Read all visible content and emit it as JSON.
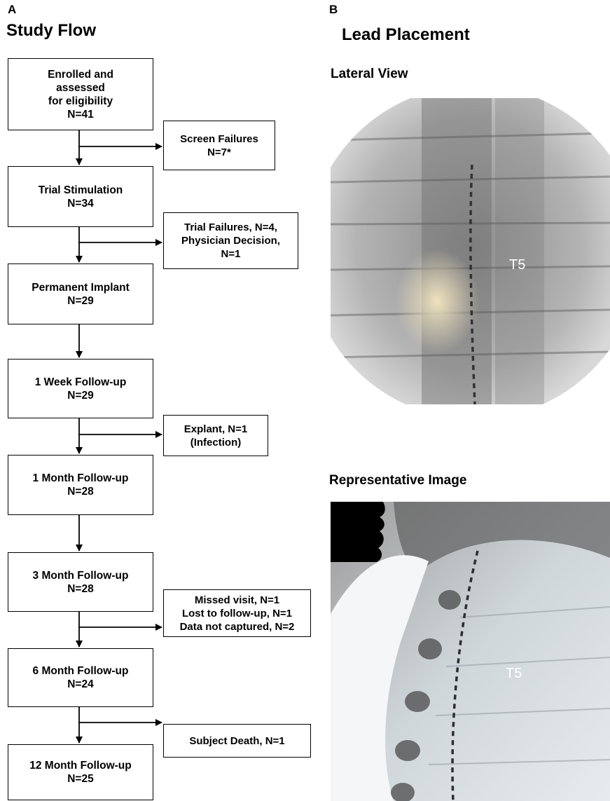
{
  "panel_a": {
    "letter": "A",
    "title": "Study Flow",
    "boxes": [
      "Enrolled  and\nassessed\nfor eligibility\nN=41",
      "Trial Stimulation\nN=34",
      "Permanent Implant\nN=29",
      "1 Week Follow-up\nN=29",
      "1 Month Follow-up\nN=28",
      "3 Month Follow-up\nN=28",
      "6 Month Follow-up\nN=24",
      "12  Month Follow-up\nN=25"
    ],
    "side_boxes": [
      "Screen Failures\nN=7*",
      "Trial Failures, N=4,\nPhysician Decision,\nN=1",
      "Explant, N=1\n(Infection)",
      "Missed visit, N=1\nLost to follow-up, N=1\nData not captured, N=2",
      "Subject Death, N=1"
    ]
  },
  "panel_b": {
    "letter": "B",
    "title": "Lead Placement",
    "images": [
      {
        "title": "Lateral View",
        "level_label": "T5"
      },
      {
        "title": "Representative Image",
        "level_label": "T5"
      }
    ]
  }
}
